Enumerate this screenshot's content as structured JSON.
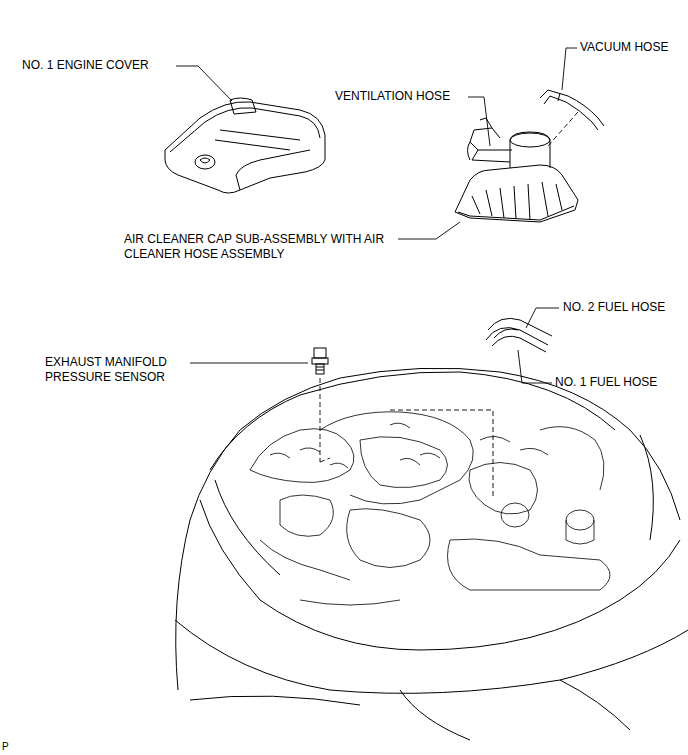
{
  "diagram": {
    "labels": [
      "NO. 1 ENGINE COVER",
      "VACUUM HOSE",
      "VENTILATION HOSE",
      "AIR CLEANER CAP SUB-ASSEMBLY WITH AIR CLEANER HOSE ASSEMBLY",
      "NO. 2 FUEL HOSE",
      "EXHAUST MANIFOLD PRESSURE SENSOR",
      "NO. 1 FUEL HOSE",
      "P"
    ]
  }
}
